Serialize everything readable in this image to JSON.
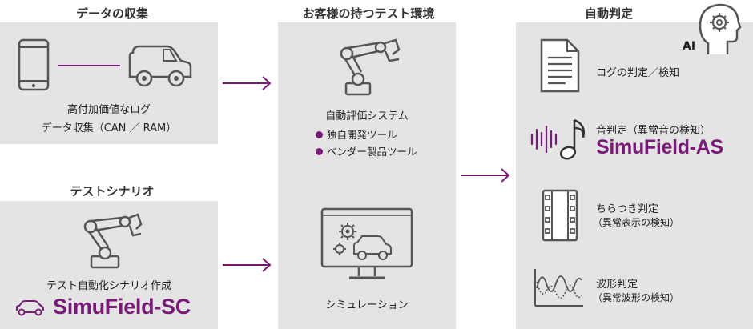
{
  "columns": {
    "data_collection": {
      "title": "データの収集",
      "device_text_line1": "高付加価値なログ",
      "device_text_line2": "データ収集（CAN ／ RAM）"
    },
    "test_scenario": {
      "title": "テストシナリオ",
      "text": "テスト自動化シナリオ作成",
      "brand": "SimuField",
      "brand_suffix": "-SC"
    },
    "customer_env": {
      "title": "お客様の持つテスト環境",
      "system_label": "自動評価システム",
      "bullets": [
        "独自開発ツール",
        "ベンダー製品ツール"
      ],
      "simulation_label": "シミュレーション"
    },
    "auto_judgment": {
      "title": "自動判定",
      "ai_label": "AI",
      "items": [
        {
          "label": "ログの判定／検知",
          "sub": ""
        },
        {
          "label": "音判定（異常音の検知）",
          "sub": ""
        },
        {
          "label": "ちらつき判定",
          "sub": "（異常表示の検知）"
        },
        {
          "label": "波形判定",
          "sub": "（異常波形の検知）"
        }
      ],
      "brand": "SimuField",
      "brand_suffix": "-AS"
    }
  },
  "colors": {
    "accent": "#7a1a78",
    "panel": "#e4e4e4",
    "icon": "#555555"
  }
}
